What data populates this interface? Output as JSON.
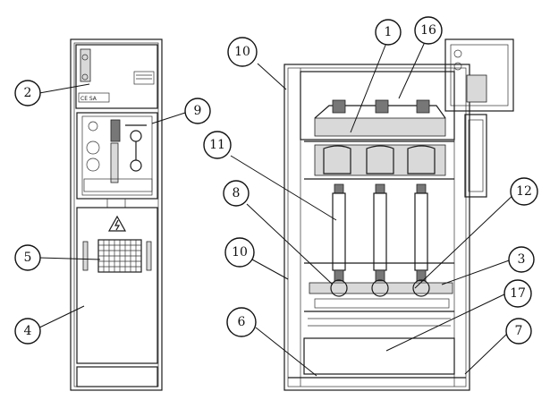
{
  "callouts": [
    "1",
    "16",
    "10",
    "2",
    "9",
    "11",
    "12",
    "8",
    "5",
    "10",
    "3",
    "17",
    "4",
    "6",
    "7"
  ],
  "panel_tag": "CE SA",
  "warning_symbol": "high-voltage-warning-icon"
}
